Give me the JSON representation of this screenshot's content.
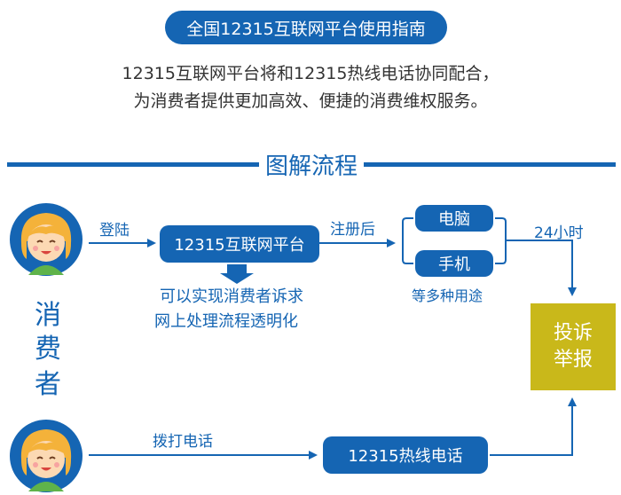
{
  "title": "全国12315互联网平台使用指南",
  "intro": {
    "line1": "12315互联网平台将和12315热线电话协同配合，",
    "line2": "为消费者提供更加高效、便捷的消费维权服务。"
  },
  "section_title": "图解流程",
  "consumer_label": [
    "消",
    "费",
    "者"
  ],
  "flow": {
    "login_label": "登陆",
    "platform_label": "12315互联网平台",
    "platform_desc_1": "可以实现消费者诉求",
    "platform_desc_2": "网上处理流程透明化",
    "register_label": "注册后",
    "device_pc": "电脑",
    "device_phone": "手机",
    "devices_note": "等多种用途",
    "hours_label": "24小时",
    "dial_label": "拨打电话",
    "hotline_label": "12315热线电话",
    "complaint_line1": "投诉",
    "complaint_line2": "举报"
  },
  "colors": {
    "primary": "#1565b3",
    "complaint_box": "#c9b81a",
    "avatar_hair": "#f4b23a",
    "avatar_shirt": "#5fb34a"
  }
}
